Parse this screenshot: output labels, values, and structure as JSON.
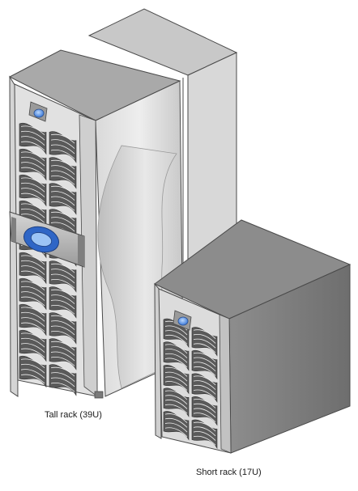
{
  "figure": {
    "racks": [
      {
        "id": "tall",
        "label": "Tall rack (39U)"
      },
      {
        "id": "short",
        "label": "Short rack (17U)"
      }
    ]
  },
  "colors": {
    "outline": "#4a4a4a",
    "panel_light": "#e6e6e6",
    "panel_mid": "#cfcfcf",
    "panel_dark": "#8a8a8a",
    "top_tall": "#a9a9a9",
    "top_short": "#8c8c8c",
    "grille_dark": "#5a5a5a",
    "grille_light": "#f2f2f2",
    "badge_blue": "#3a78d8",
    "badge_blue_light": "#9cc4f5"
  }
}
